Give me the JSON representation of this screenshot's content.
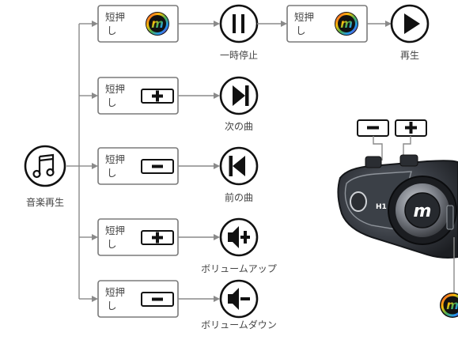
{
  "colors": {
    "line": "#8a8a8a",
    "ink": "#111111",
    "logo_gradient": [
      "#f44336",
      "#ffc107",
      "#4caf50",
      "#2196f3",
      "#9c27b0"
    ],
    "device_body": "#2e3238"
  },
  "root": {
    "label": "音楽再生",
    "icon": "music-note-icon"
  },
  "short_press_line1": "短押",
  "short_press_line2": "し",
  "rows": [
    {
      "button": "logo-button-icon",
      "icon": "pause-icon",
      "label": "一時停止"
    },
    {
      "button": "plus-key-icon",
      "icon": "skip-next-icon",
      "label": "次の曲"
    },
    {
      "button": "minus-key-icon",
      "icon": "skip-previous-icon",
      "label": "前の曲"
    },
    {
      "button": "plus-key-icon",
      "icon": "volume-up-icon",
      "label": "ボリュームアップ"
    },
    {
      "button": "minus-key-icon",
      "icon": "volume-down-icon",
      "label": "ボリュームダウン"
    }
  ],
  "chain": {
    "button": "logo-button-icon",
    "icon": "play-icon",
    "label": "再生"
  },
  "device": {
    "model": "H1",
    "keys": [
      "minus-key-icon",
      "plus-key-icon"
    ]
  }
}
